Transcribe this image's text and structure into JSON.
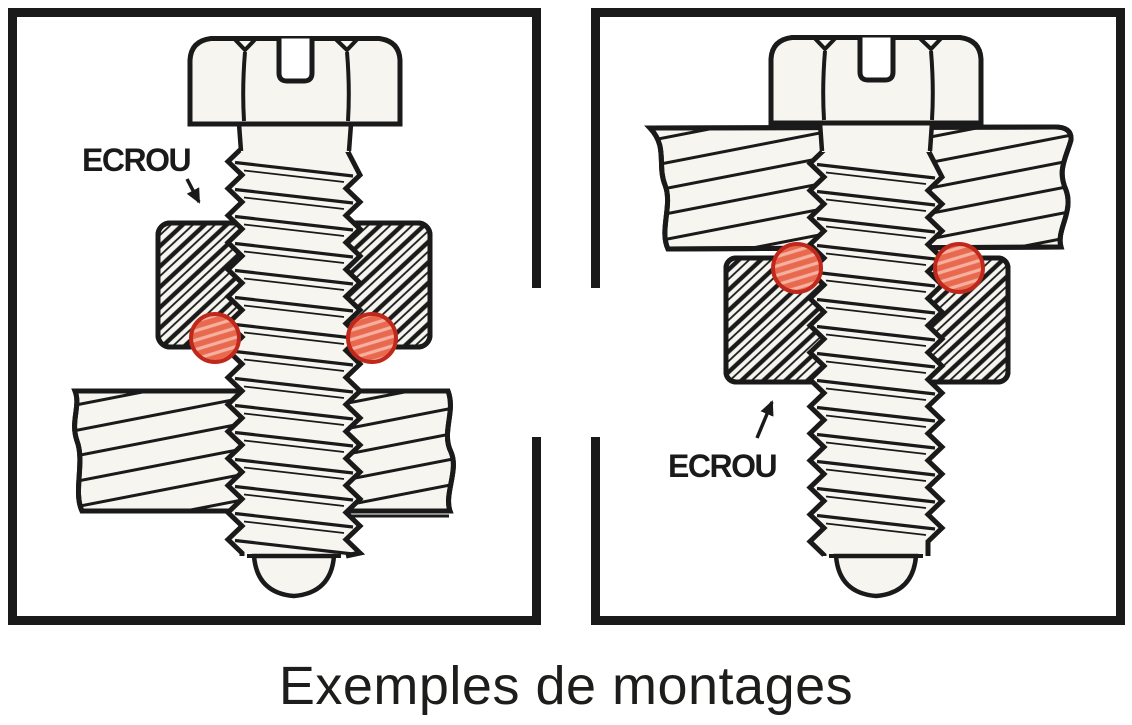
{
  "figure": {
    "caption": "Exemples de montages",
    "panels": {
      "left": {
        "nut_label": "ECROU"
      },
      "right": {
        "nut_label": "ECROU"
      }
    }
  },
  "colors": {
    "ink": "#1a1a1a",
    "paper": "#ffffff",
    "metal_fill": "#f6f5f0",
    "seal_fill": "#e9694f",
    "seal_hatch": "#f5b0a0",
    "seal_ring": "#c1281c",
    "caption_color": "#1d1d1b"
  }
}
